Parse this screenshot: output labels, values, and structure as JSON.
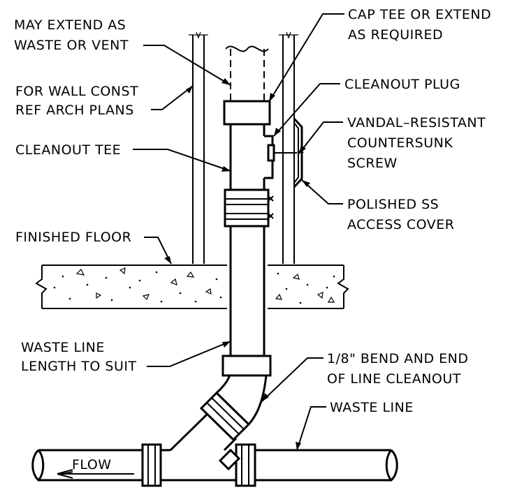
{
  "labels": {
    "extend_l1": "MAY EXTEND AS",
    "extend_l2": "WASTE OR VENT",
    "wall_l1": "FOR WALL CONST",
    "wall_l2": "REF ARCH PLANS",
    "tee": "CLEANOUT TEE",
    "floor": "FINISHED FLOOR",
    "waste_l1": "WASTE LINE",
    "waste_l2": "LENGTH TO SUIT",
    "cap_l1": "CAP TEE OR EXTEND",
    "cap_l2": "AS REQUIRED",
    "plug": "CLEANOUT PLUG",
    "screw_l1": "VANDAL–RESISTANT",
    "screw_l2": "COUNTERSUNK",
    "screw_l3": "SCREW",
    "cover_l1": "POLISHED SS",
    "cover_l2": "ACCESS COVER",
    "bend_l1": "1/8\" BEND AND END",
    "bend_l2": "OF LINE CLEANOUT",
    "main_line": "WASTE LINE",
    "flow": "FLOW"
  }
}
